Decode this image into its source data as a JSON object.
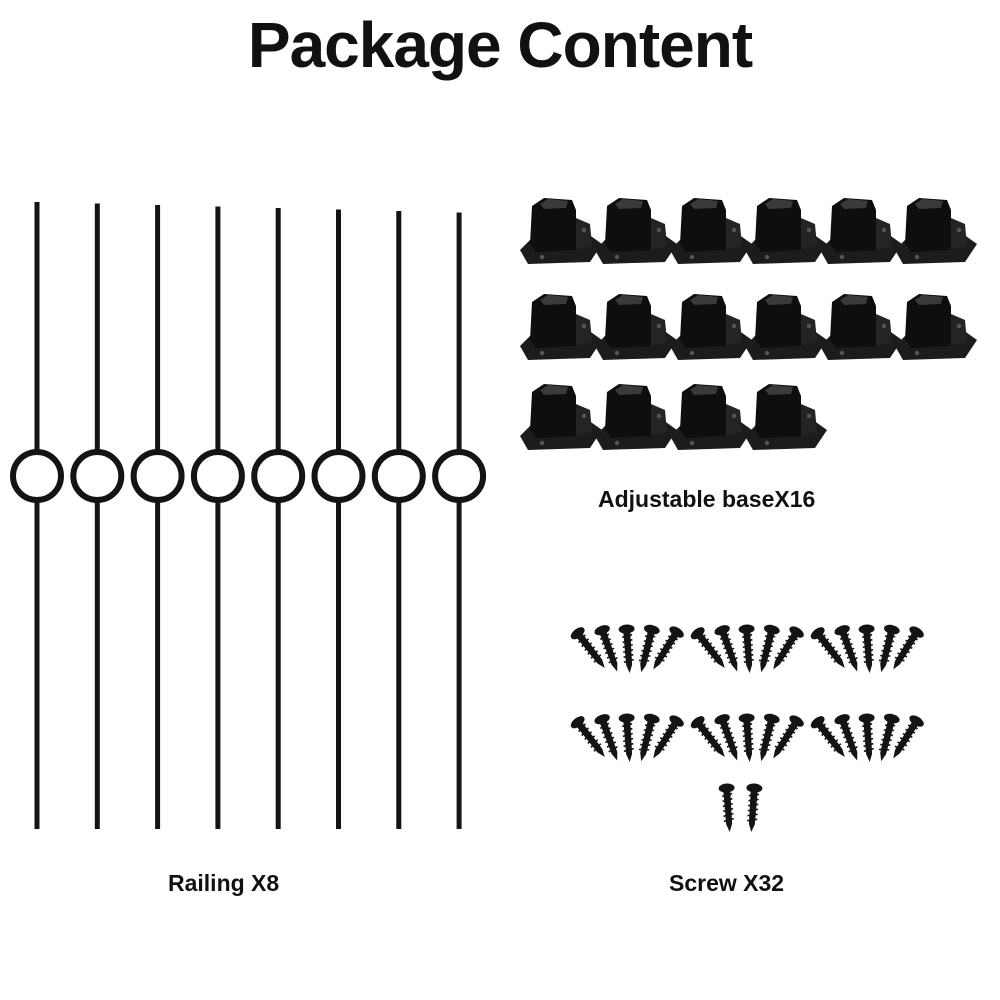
{
  "title": "Package Content",
  "items": {
    "railing": {
      "label": "Railing X8",
      "count": 8
    },
    "base": {
      "label": "Adjustable baseX16",
      "count": 16
    },
    "screw": {
      "label": "Screw X32",
      "count": 32
    }
  },
  "colors": {
    "item": "#141414",
    "background": "#ffffff",
    "text": "#111111"
  }
}
